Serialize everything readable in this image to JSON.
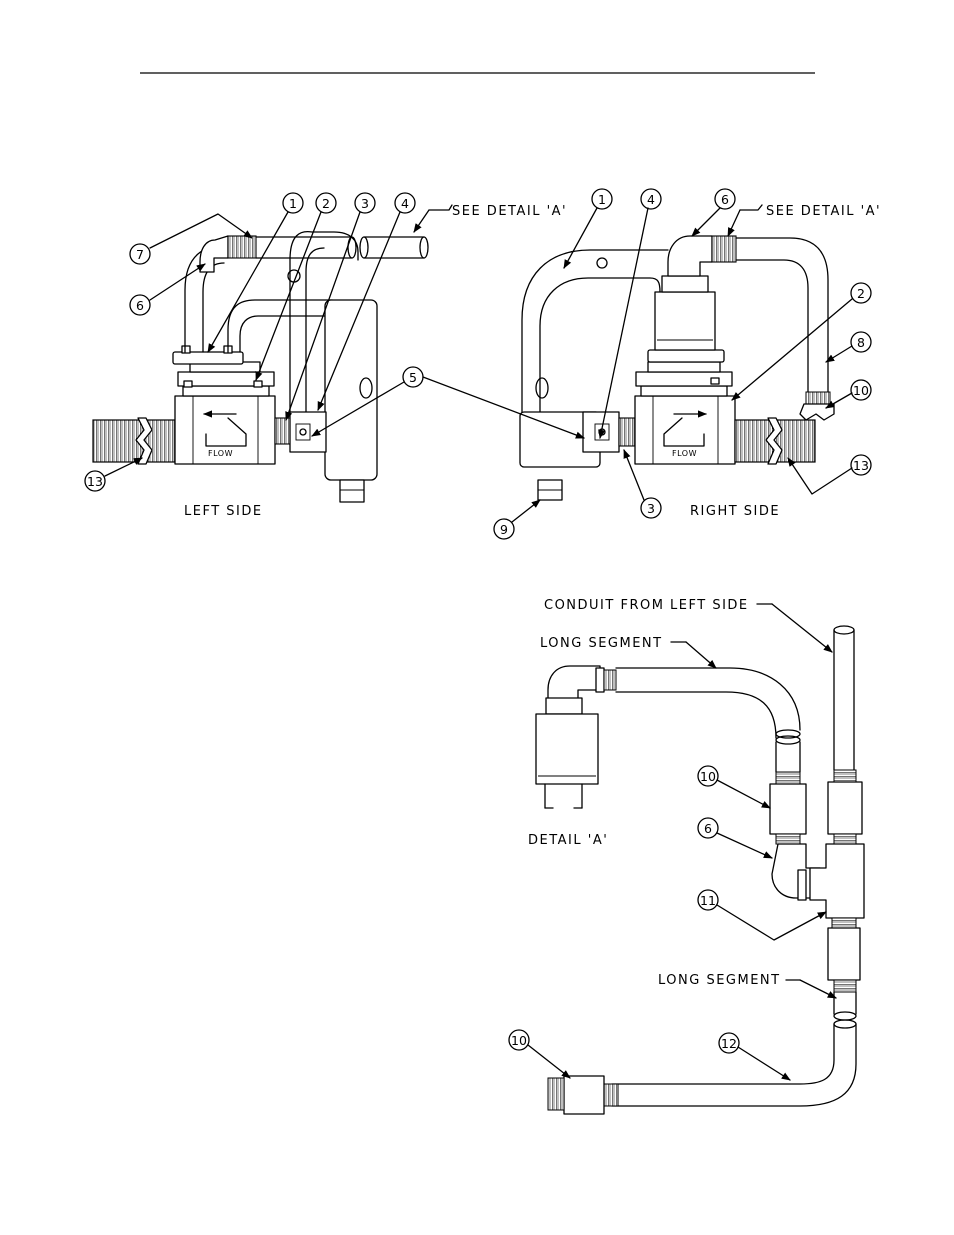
{
  "callouts": {
    "left": [
      "1",
      "2",
      "3",
      "4",
      "7",
      "6",
      "5",
      "13"
    ],
    "right": [
      "1",
      "4",
      "6",
      "2",
      "8",
      "10",
      "13",
      "3",
      "9"
    ],
    "detail": [
      "10",
      "6",
      "11",
      "10",
      "12"
    ]
  },
  "text": {
    "see_detail_left": "SEE DETAIL 'A'",
    "see_detail_right": "SEE DETAIL 'A'",
    "flow_left": "FLOW",
    "flow_right": "FLOW",
    "left_side": "LEFT SIDE",
    "right_side": "RIGHT SIDE",
    "conduit_from_left": "CONDUIT FROM LEFT SIDE",
    "long_segment_top": "LONG SEGMENT",
    "detail_a": "DETAIL 'A'",
    "long_segment_bottom": "LONG SEGMENT"
  }
}
